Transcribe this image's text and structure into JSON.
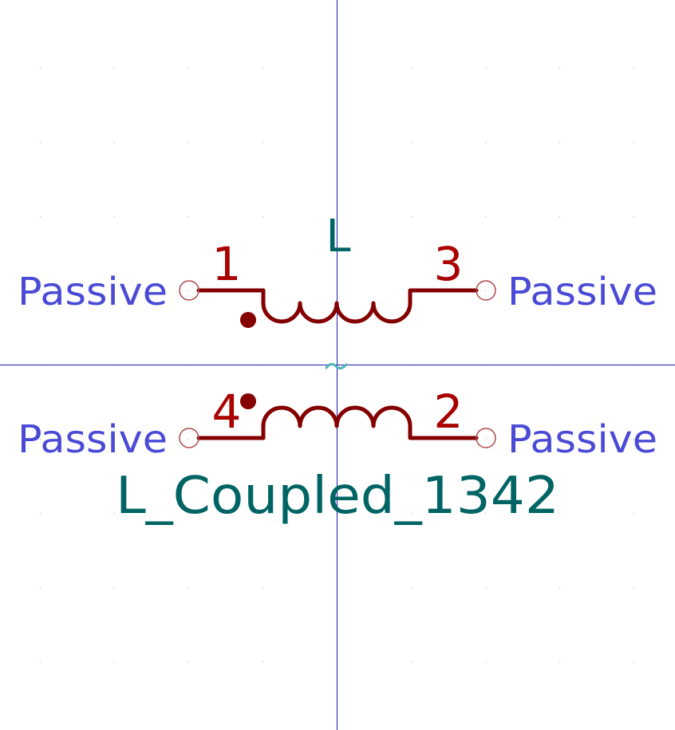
{
  "symbol": {
    "reference": "L",
    "value": "L_Coupled_1342"
  },
  "pins": [
    {
      "number": "1",
      "type": "Passive",
      "side": "left",
      "winding": "upper"
    },
    {
      "number": "3",
      "type": "Passive",
      "side": "right",
      "winding": "upper"
    },
    {
      "number": "4",
      "type": "Passive",
      "side": "left",
      "winding": "lower"
    },
    {
      "number": "2",
      "type": "Passive",
      "side": "right",
      "winding": "lower"
    }
  ],
  "colors": {
    "background": "#ffffff",
    "body": "#840000",
    "pin_number": "#a90000",
    "pin_type": "#4a4ad6",
    "field_text": "#006464",
    "axis": "#1a1ab8",
    "anchor": "#50b4b4",
    "pin_end": "#b04a4a",
    "grid_dot": "#c8c8c8"
  }
}
